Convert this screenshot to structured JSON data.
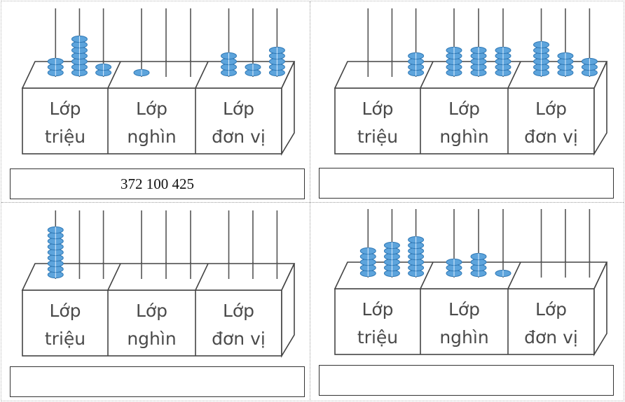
{
  "labels": {
    "lop": "Lớp",
    "trieu": "triệu",
    "nghin": "nghìn",
    "don_vi": "đơn vị"
  },
  "colors": {
    "bead": "#5da4dc",
    "bead_dark": "#2f78b5",
    "rod": "#555555",
    "box_line": "#444444"
  },
  "abaci": [
    {
      "bead_counts": [
        3,
        7,
        2,
        1,
        0,
        0,
        4,
        2,
        5
      ],
      "answer": "372 100 425"
    },
    {
      "bead_counts": [
        0,
        0,
        4,
        5,
        5,
        5,
        6,
        4,
        3
      ],
      "answer": ""
    },
    {
      "bead_counts": [
        9,
        0,
        0,
        0,
        0,
        0,
        0,
        0,
        0
      ],
      "answer": ""
    },
    {
      "bead_counts": [
        5,
        6,
        7,
        3,
        4,
        1,
        0,
        0,
        0
      ],
      "answer": ""
    }
  ]
}
